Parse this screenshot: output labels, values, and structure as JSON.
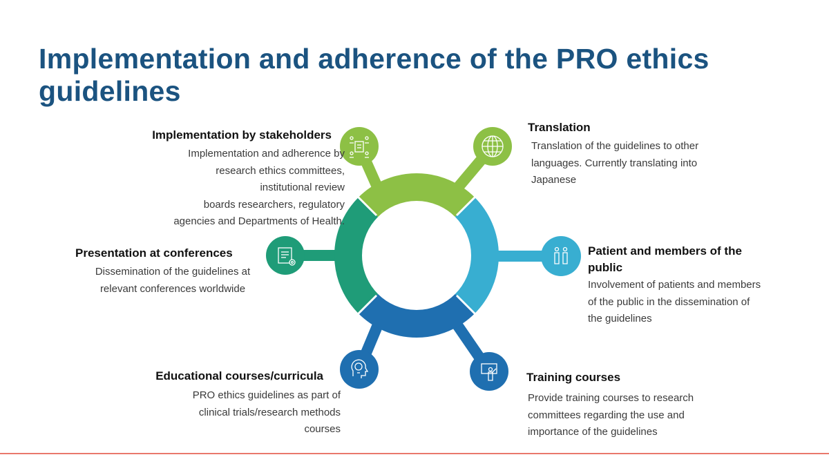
{
  "title": "Implementation and adherence of the PRO ethics guidelines",
  "colors": {
    "title": "#1b5380",
    "green": "#8dc045",
    "teal": "#1f9c78",
    "light_blue": "#38aed1",
    "blue": "#1f6fb0",
    "rule": "#e9786c"
  },
  "items": [
    {
      "heading": "Implementation by stakeholders",
      "body": "Implementation and adherence by\nresearch ethics committees,\ninstitutional review\nboards researchers, regulatory\nagencies and Departments of Health.",
      "icon": "stakeholders-icon"
    },
    {
      "heading": "Translation",
      "body": "Translation of the guidelines to other\nlanguages. Currently translating into\nJapanese",
      "icon": "globe-icon"
    },
    {
      "heading": "Patient and members of the public",
      "body": "Involvement of patients and members\nof the public in the dissemination of\nthe guidelines",
      "icon": "people-icon"
    },
    {
      "heading": "Training courses",
      "body": "Provide training courses to research\ncommittees regarding the use and\nimportance of the guidelines",
      "icon": "presenter-icon"
    },
    {
      "heading": "Educational courses/curricula",
      "body": "PRO ethics guidelines as part of\nclinical trials/research methods\ncourses",
      "icon": "lightbulb-head-icon"
    },
    {
      "heading": "Presentation at conferences",
      "body": "Dissemination of the guidelines at\nrelevant conferences worldwide",
      "icon": "certificate-icon"
    }
  ]
}
